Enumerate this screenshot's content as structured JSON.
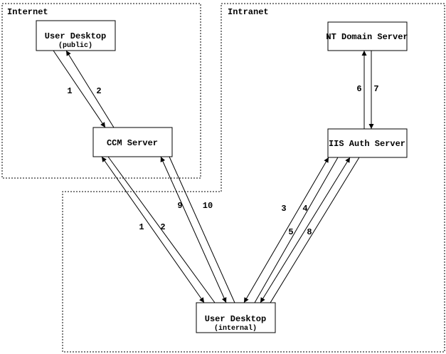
{
  "colors": {
    "background": "#ffffff",
    "ink": "#000000"
  },
  "regions": [
    {
      "label": "Internet"
    },
    {
      "label": "Intranet"
    }
  ],
  "nodes": [
    {
      "title": "User Desktop",
      "subtitle": "(public)"
    },
    {
      "title": "CCM Server"
    },
    {
      "title": "NT Domain Server"
    },
    {
      "title": "IIS Auth Server"
    },
    {
      "title": "User Desktop",
      "subtitle": "(internal)"
    }
  ],
  "step_labels": [
    {
      "text": "1"
    },
    {
      "text": "2"
    },
    {
      "text": "6"
    },
    {
      "text": "7"
    },
    {
      "text": "9"
    },
    {
      "text": "10"
    },
    {
      "text": "1"
    },
    {
      "text": "2"
    },
    {
      "text": "3"
    },
    {
      "text": "4"
    },
    {
      "text": "5"
    },
    {
      "text": "8"
    }
  ]
}
